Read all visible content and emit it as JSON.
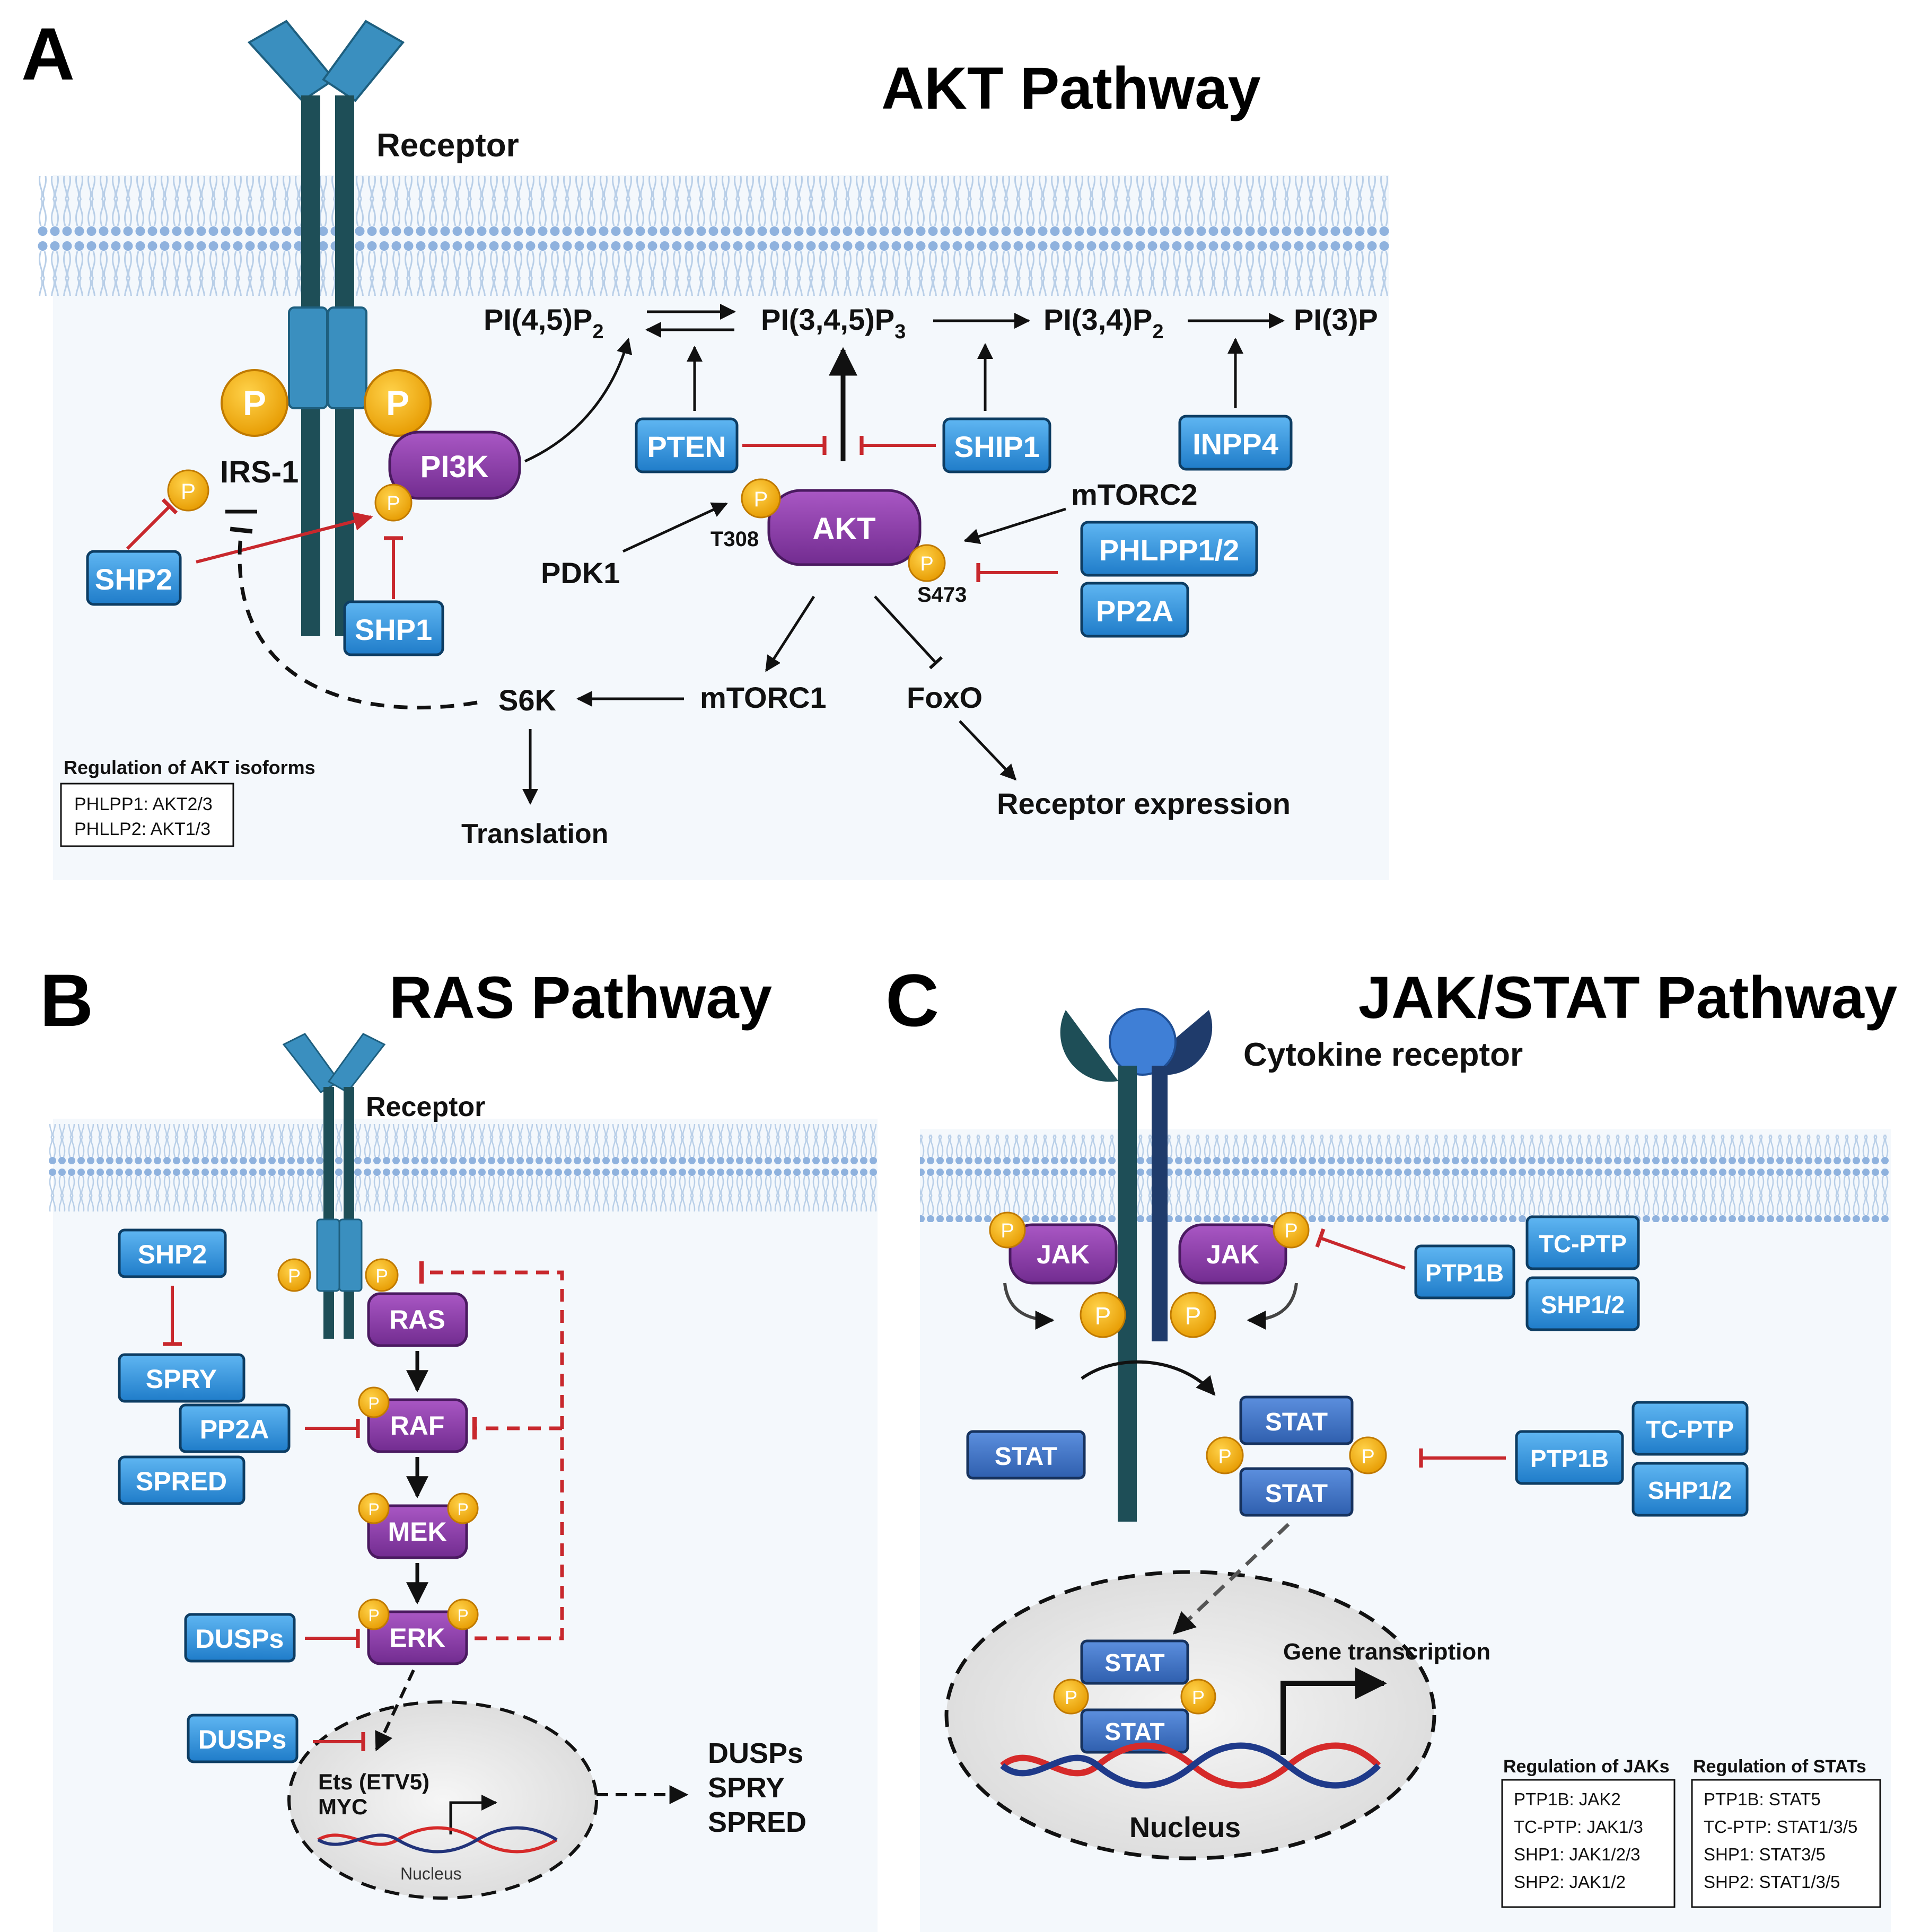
{
  "colors": {
    "panel_bg": "#f4f8fc",
    "membrane_head": "#8fb2de",
    "membrane_tail": "#b9cfe8",
    "receptor": "#3a8fbf",
    "receptor_dark": "#1e4e57",
    "phosphatase": "#2f8fd8",
    "jakstat_box": "#3b73c9",
    "kinase": "#8a3aa6",
    "phospho": "#f0a800",
    "inhibit": "#c8282d",
    "arrow": "#111111"
  },
  "panel_a": {
    "letter": "A",
    "title": "AKT Pathway",
    "receptor_label": "Receptor",
    "phospho_label": "P",
    "irs1": "IRS-1",
    "pi3k": "PI3K",
    "shp2": "SHP2",
    "shp1": "SHP1",
    "pip2": "PI(4,5)P",
    "pip2_sub": "2",
    "pip3": "PI(3,4,5)P",
    "pip3_sub": "3",
    "pi34p2": "PI(3,4)P",
    "pi34p2_sub": "2",
    "pi3p": "PI(3)P",
    "pten": "PTEN",
    "ship1": "SHIP1",
    "inpp4": "INPP4",
    "akt": "AKT",
    "t308": "T308",
    "s473": "S473",
    "pdk1": "PDK1",
    "mtorc2": "mTORC2",
    "phlpp": "PHLPP1/2",
    "pp2a": "PP2A",
    "mtorc1": "mTORC1",
    "s6k": "S6K",
    "foxo": "FoxO",
    "translation": "Translation",
    "receptor_expression": "Receptor expression",
    "legend_title": "Regulation of AKT isoforms",
    "legend_lines": [
      "PHLPP1: AKT2/3",
      "PHLLP2: AKT1/3"
    ]
  },
  "panel_b": {
    "letter": "B",
    "title": "RAS Pathway",
    "receptor_label": "Receptor",
    "shp2": "SHP2",
    "spry": "SPRY",
    "pp2a": "PP2A",
    "spred": "SPRED",
    "ras": "RAS",
    "raf": "RAF",
    "mek": "MEK",
    "erk": "ERK",
    "dusps_erk": "DUSPs",
    "dusps_nucleus": "DUSPs",
    "ets": "Ets (ETV5)",
    "myc": "MYC",
    "nucleus": "Nucleus",
    "targets": [
      "DUSPs",
      "SPRY",
      "SPRED"
    ]
  },
  "panel_c": {
    "letter": "C",
    "title": "JAK/STAT Pathway",
    "receptor_label": "Cytokine receptor",
    "jak_left": "JAK",
    "jak_right": "JAK",
    "ptp1b_jak": "PTP1B",
    "tcptp_jak": "TC-PTP",
    "shp12_jak": "SHP1/2",
    "stat_free": "STAT",
    "stat_dimer_top": "STAT",
    "stat_dimer_bottom": "STAT",
    "ptp1b_stat": "PTP1B",
    "tcptp_stat": "TC-PTP",
    "shp12_stat": "SHP1/2",
    "stat_nuc_top": "STAT",
    "stat_nuc_bottom": "STAT",
    "gene_transcription": "Gene transcription",
    "nucleus": "Nucleus",
    "legend_jak_title": "Regulation of JAKs",
    "legend_jak_lines": [
      "PTP1B: JAK2",
      "TC-PTP: JAK1/3",
      "SHP1: JAK1/2/3",
      "SHP2: JAK1/2"
    ],
    "legend_stat_title": "Regulation of STATs",
    "legend_stat_lines": [
      "PTP1B: STAT5",
      "TC-PTP: STAT1/3/5",
      "SHP1: STAT3/5",
      "SHP2: STAT1/3/5"
    ]
  }
}
